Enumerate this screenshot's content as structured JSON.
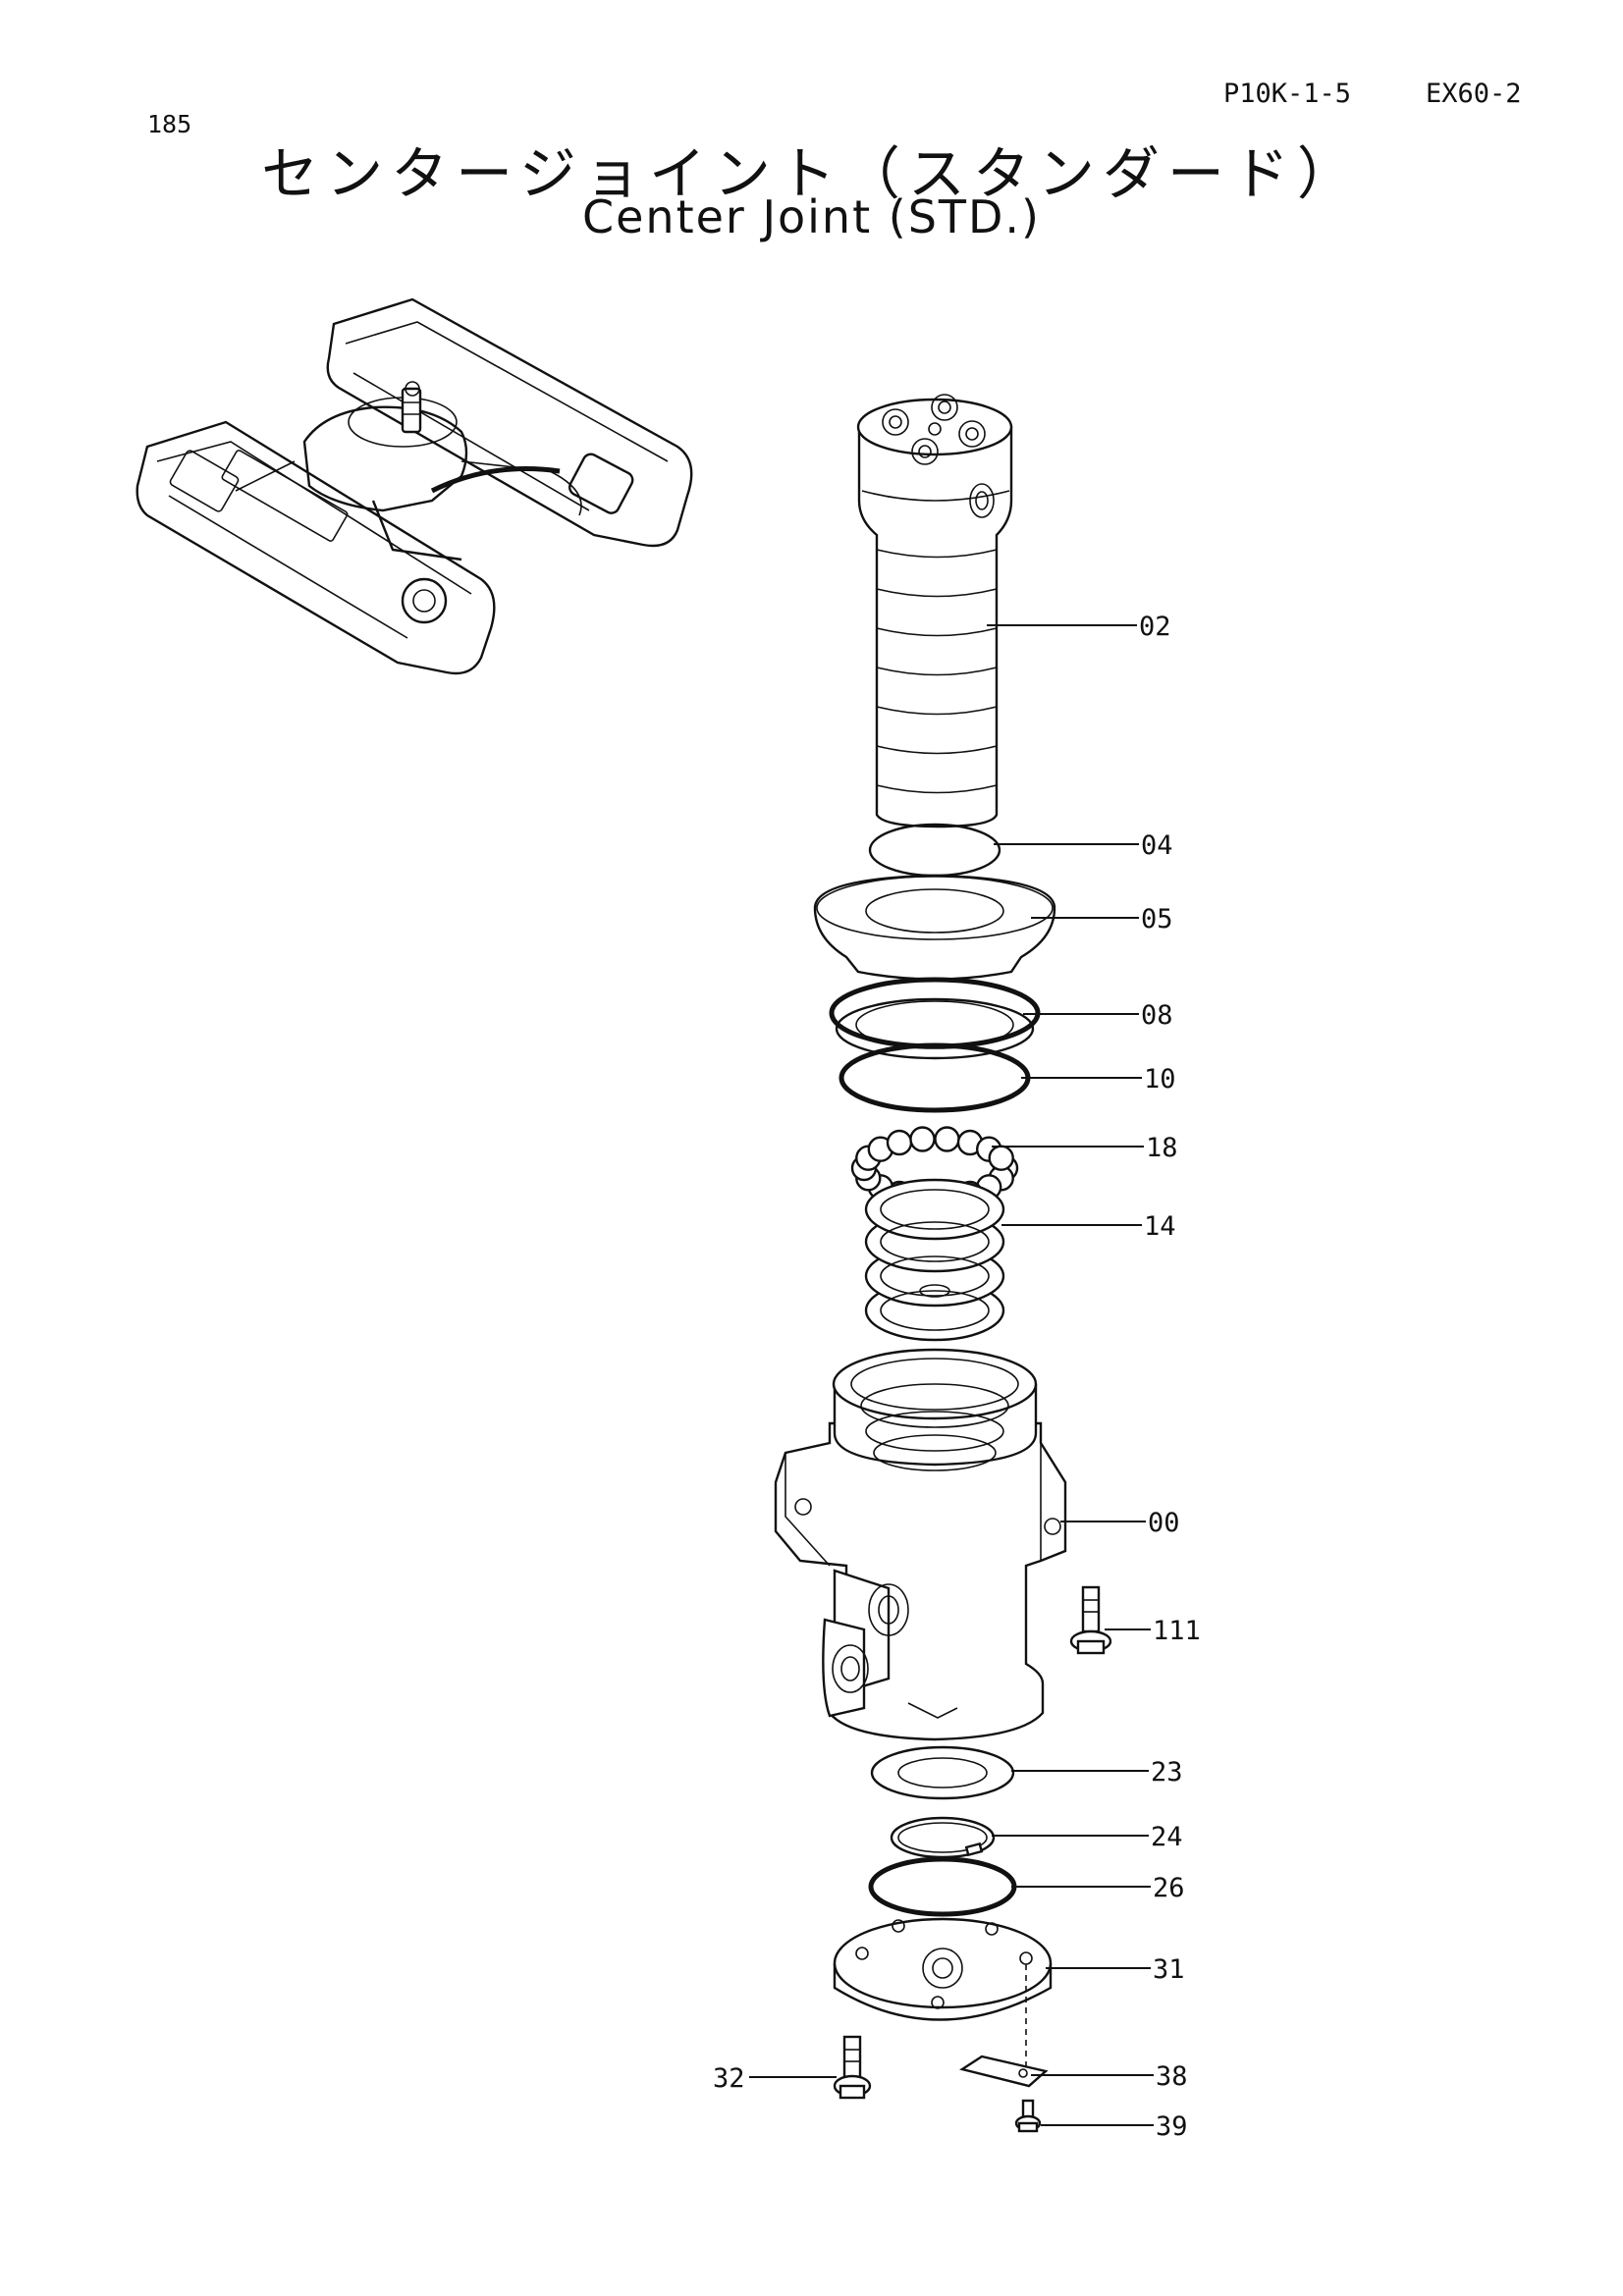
{
  "header": {
    "page_number": "185",
    "doc_code": "P10K-1-5",
    "model": "EX60-2"
  },
  "title": {
    "japanese": "センタージョイント（スタンダード）",
    "english": "Center Joint (STD.)"
  },
  "parts": [
    {
      "id": "p02",
      "label": "02"
    },
    {
      "id": "p04",
      "label": "04"
    },
    {
      "id": "p05",
      "label": "05"
    },
    {
      "id": "p08",
      "label": "08"
    },
    {
      "id": "p10",
      "label": "10"
    },
    {
      "id": "p18",
      "label": "18"
    },
    {
      "id": "p14",
      "label": "14"
    },
    {
      "id": "p00",
      "label": "00"
    },
    {
      "id": "p111",
      "label": "111"
    },
    {
      "id": "p23",
      "label": "23"
    },
    {
      "id": "p24",
      "label": "24"
    },
    {
      "id": "p26",
      "label": "26"
    },
    {
      "id": "p31",
      "label": "31"
    },
    {
      "id": "p32",
      "label": "32"
    },
    {
      "id": "p38",
      "label": "38"
    },
    {
      "id": "p39",
      "label": "39"
    }
  ]
}
